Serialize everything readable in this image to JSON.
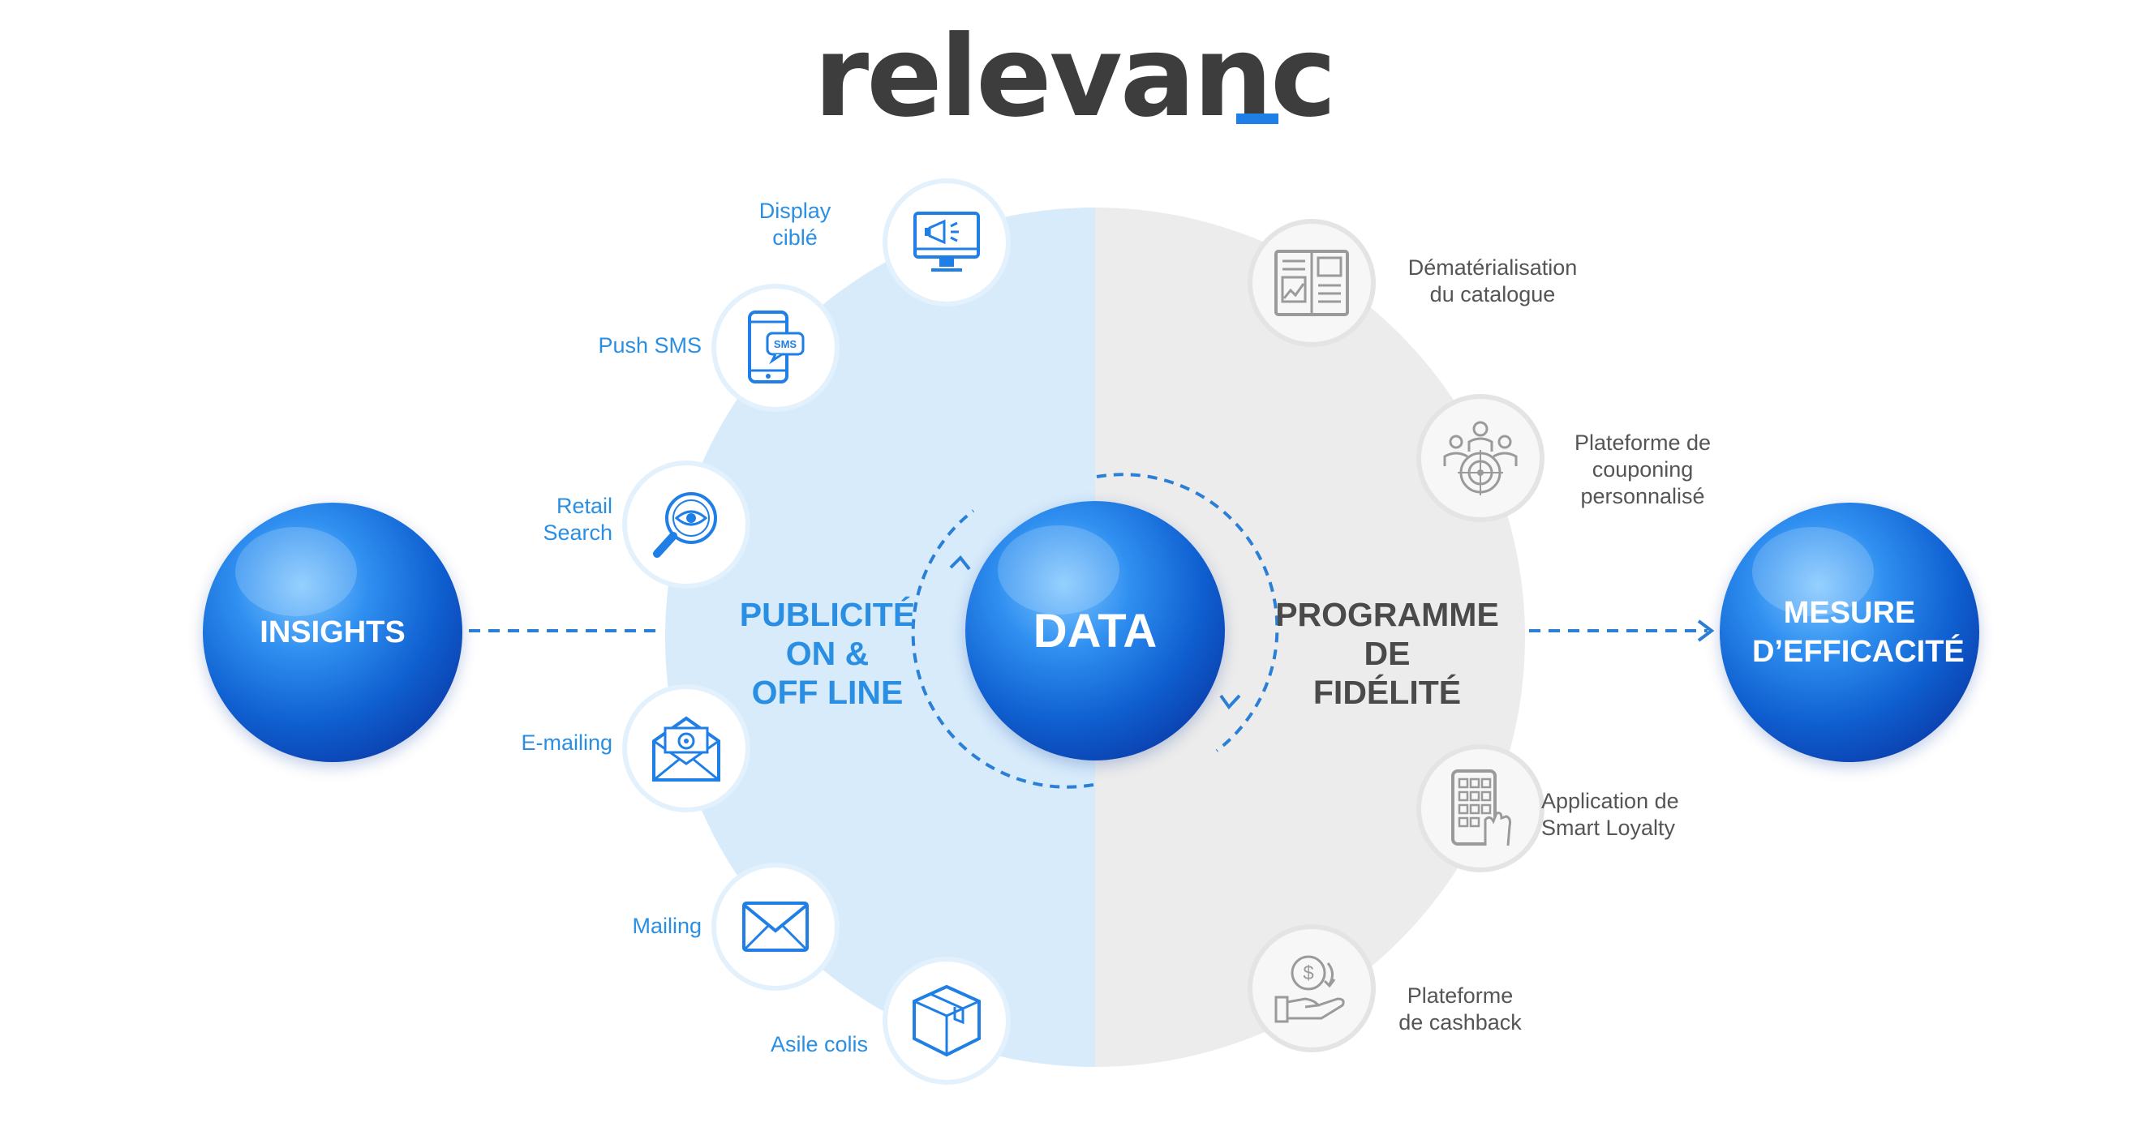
{
  "logo": {
    "text": "relevanc",
    "accent": "#1f7fe6"
  },
  "center": {
    "label": "DATA"
  },
  "left_sphere": {
    "label": "INSIGHTS"
  },
  "right_sphere": {
    "label": "MESURE D’EFFICACITÉ"
  },
  "left_title": {
    "line1": "PUBLICITÉ",
    "line2": "ON &",
    "line3": "OFF LINE"
  },
  "right_title": {
    "line1": "PROGRAMME",
    "line2": "DE",
    "line3": "FIDÉLITÉ"
  },
  "left_items": [
    {
      "line1": "Display",
      "line2": "ciblé",
      "icon": "display-megaphone-icon"
    },
    {
      "line1": "Push SMS",
      "line2": "",
      "icon": "smartphone-sms-icon"
    },
    {
      "line1": "Retail",
      "line2": "Search",
      "icon": "magnifier-eye-icon"
    },
    {
      "line1": "E-mailing",
      "line2": "",
      "icon": "email-at-icon"
    },
    {
      "line1": "Mailing",
      "line2": "",
      "icon": "envelope-icon"
    },
    {
      "line1": "Asile colis",
      "line2": "",
      "icon": "package-icon"
    }
  ],
  "right_items": [
    {
      "line1": "Dématérialisation",
      "line2": "du catalogue",
      "line3": "",
      "icon": "catalogue-book-icon"
    },
    {
      "line1": "Plateforme de",
      "line2": "couponing",
      "line3": "personnalisé",
      "icon": "people-target-icon"
    },
    {
      "line1": "Application de",
      "line2": "Smart Loyalty",
      "line3": "",
      "icon": "mobile-keypad-icon"
    },
    {
      "line1": "Plateforme",
      "line2": "de cashback",
      "line3": "",
      "icon": "hand-coin-icon"
    }
  ],
  "colors": {
    "blue_text": "#2a8fe3",
    "icon_blue": "#1f7fe6",
    "icon_grey": "#9a9a9a",
    "left_bg": "#d7ebfb",
    "right_bg": "#ececec"
  }
}
